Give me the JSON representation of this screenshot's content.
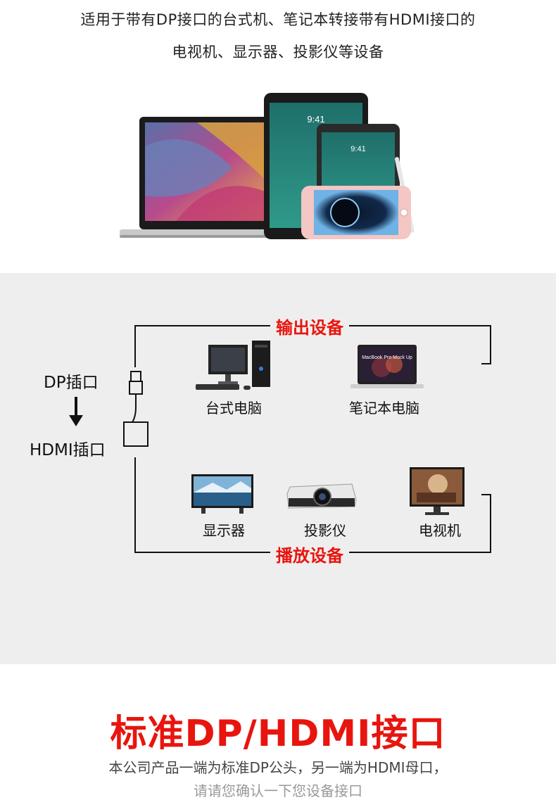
{
  "intro": {
    "line1": "适用于带有DP接口的台式机、笔记本转接带有HDMI接口的",
    "line2": "电视机、显示器、投影仪等设备"
  },
  "hero": {
    "tablet_time": "9:41",
    "tablet_small_time": "9:41"
  },
  "diagram": {
    "output_label": "输出设备",
    "playback_label": "播放设备",
    "dp_port": "DP插口",
    "hdmi_port": "HDMI插口",
    "devices_top": [
      {
        "label": "台式电脑",
        "icon": "desktop-computer-icon"
      },
      {
        "label": "笔记本电脑",
        "icon": "laptop-icon",
        "screen_text": "MacBook Pro Mock Up"
      }
    ],
    "devices_bottom": [
      {
        "label": "显示器",
        "icon": "monitor-icon"
      },
      {
        "label": "投影仪",
        "icon": "projector-icon"
      },
      {
        "label": "电视机",
        "icon": "tv-icon"
      }
    ]
  },
  "bottom": {
    "title": "标准DP/HDMI接口",
    "desc": "本公司产品一端为标准DP公头，另一端为HDMI母口，",
    "desc2": "请请您确认一下您设备接口"
  },
  "colors": {
    "accent_red": "#e8150f",
    "panel_gray": "#efeeee"
  }
}
